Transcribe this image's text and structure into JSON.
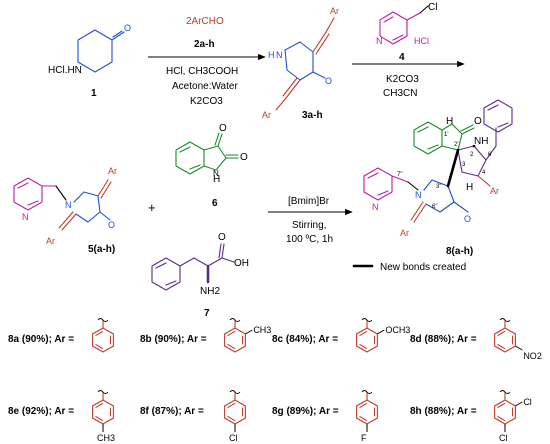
{
  "step1": {
    "reagent_top": "2ArCHO",
    "reagent_label": "2a-h",
    "conditions": [
      "HCl, CH3COOH",
      "Acetone:Water",
      "K2CO3"
    ],
    "start_label": "1",
    "start_hcl": "HCl.HN",
    "product_label": "3a-h"
  },
  "step2": {
    "reagent_label": "4",
    "reagent_salt": "HCl",
    "conditions": [
      "K2CO3",
      "CH3CN"
    ]
  },
  "step3": {
    "compound5": "5(a-h)",
    "compound6": "6",
    "compound7": "7",
    "plus": "+",
    "conditions_top": "[Bmim]Br",
    "conditions_bottom": [
      "Stirring,",
      "100 ºC, 1h"
    ],
    "product_label": "8(a-h)",
    "legend": "New bonds created"
  },
  "atoms": {
    "ar": "Ar",
    "o": "O",
    "n": "N",
    "h": "H",
    "cl": "Cl",
    "nh": "NH",
    "nh2": "NH2",
    "oh": "OH",
    "och3": "OCH3",
    "no2": "NO2",
    "ch3": "CH3",
    "f": "F"
  },
  "product_locants": [
    "1'",
    "2'",
    "2\"",
    "3\"",
    "3",
    "2",
    "4",
    "5",
    "6",
    "2\"",
    "6\"",
    "7\""
  ],
  "variants": [
    {
      "id": "8a",
      "text": "8a (90%); Ar =",
      "subst": ""
    },
    {
      "id": "8b",
      "text": "8b (90%); Ar =",
      "subst": "CH3"
    },
    {
      "id": "8c",
      "text": "8c (84%); Ar =",
      "subst": "OCH3"
    },
    {
      "id": "8d",
      "text": "8d (88%); Ar =",
      "subst": "NO2"
    },
    {
      "id": "8e",
      "text": "8e (92%); Ar =",
      "subst": "CH3"
    },
    {
      "id": "8f",
      "text": "8f (87%); Ar =",
      "subst": "Cl"
    },
    {
      "id": "8g",
      "text": "8g (89%); Ar =",
      "subst": "F"
    },
    {
      "id": "8h",
      "text": "8h (88%); Ar =",
      "subst": "Cl"
    }
  ],
  "colors": {
    "aryl": "#c0392b",
    "piperidone": "#1f4fd8",
    "pyridine": "#c01da0",
    "isatin": "#1a8a2a",
    "phenylalanine": "#5b2b8c"
  }
}
